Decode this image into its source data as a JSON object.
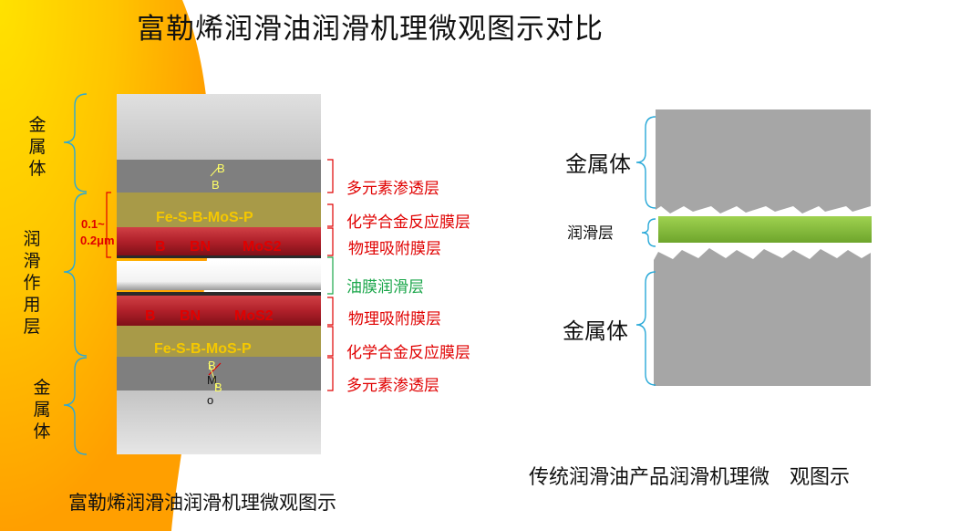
{
  "title": "富勒烯润滑油润滑机理微观图示对比",
  "left": {
    "brace_labels": {
      "top_metal": "金\n属\n体",
      "lube_layer": "润\n滑\n作\n用\n层",
      "bottom_metal": "金\n属\n体"
    },
    "thickness": {
      "line1": "0.1~",
      "line2": "0.2μm"
    },
    "layers": {
      "top_penetration": "多元素渗透层",
      "top_chem": "化学合金反应膜层",
      "top_phys": "物理吸附膜层",
      "oil_film": "油膜润滑层",
      "bottom_phys": "物理吸附膜层",
      "bottom_chem": "化学合金反应膜层",
      "bottom_penetration": "多元素渗透层"
    },
    "inside": {
      "chem_top": "Fe-S-B-MoS-P",
      "phys_top": {
        "b": "B",
        "bn": "BN",
        "mos2": "MoS2"
      },
      "phys_bottom": {
        "b": "B",
        "bn": "BN",
        "mos2": "MoS2"
      },
      "chem_bottom": "Fe-S-B-MoS-P",
      "atom_b1": "B",
      "atom_b2": "B",
      "atom_b3": "B",
      "atom_m": "M",
      "atom_o": "o",
      "atom_b4": "B"
    },
    "caption": "富勒烯润滑油润滑机理微观图示"
  },
  "right": {
    "top_metal": "金属体",
    "lube": "润滑层",
    "bottom_metal": "金属体",
    "caption": "传统润滑油产品润滑机理微　观图示"
  },
  "colors": {
    "red_label": "#e00000",
    "green_label": "#1aa64a",
    "brace": "#29a9d8",
    "chem_layer": "#a89a48",
    "phys_layer": "#b8262a",
    "metal": "#a6a6a6",
    "lube_green": "#8dc63f",
    "chem_text": "#f5c800"
  }
}
